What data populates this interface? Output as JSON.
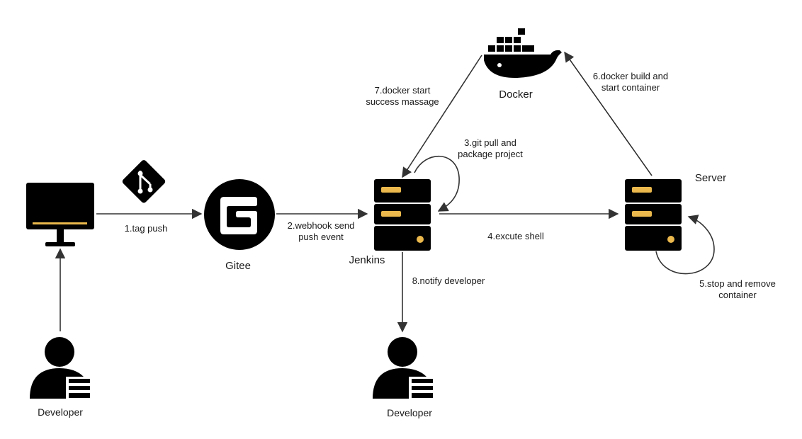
{
  "nodes": {
    "developer_left": {
      "label": "Developer"
    },
    "gitee": {
      "label": "Gitee"
    },
    "jenkins": {
      "label": "Jenkins"
    },
    "docker": {
      "label": "Docker"
    },
    "server": {
      "label": "Server"
    },
    "developer_bottom": {
      "label": "Developer"
    }
  },
  "edges": {
    "e1": {
      "label": "1.tag push"
    },
    "e2": {
      "line1": "2.webhook send",
      "line2": "push event"
    },
    "e3": {
      "line1": "3.git pull and",
      "line2": "package project"
    },
    "e4": {
      "label": "4.excute shell"
    },
    "e5": {
      "line1": "5.stop and remove",
      "line2": "container"
    },
    "e6": {
      "line1": "6.docker build and",
      "line2": "start container"
    },
    "e7": {
      "line1": "7.docker start",
      "line2": "success massage"
    },
    "e8": {
      "label": "8.notify developer"
    }
  },
  "colors": {
    "icon_fill": "#000000",
    "accent": "#EAB84C",
    "edge": "#333333",
    "background": "#ffffff"
  },
  "icons": [
    "monitor-icon",
    "git-icon",
    "gitee-logo-icon",
    "server-icon",
    "docker-whale-icon",
    "user-icon"
  ]
}
